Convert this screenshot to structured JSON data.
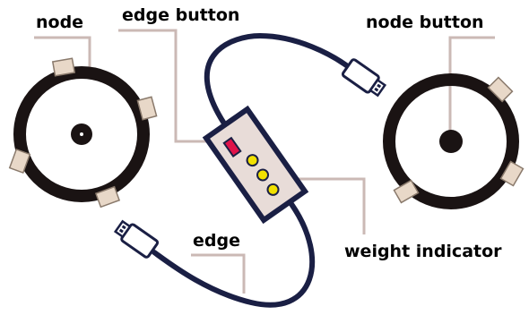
{
  "labels": {
    "node": "node",
    "edge_button": "edge button",
    "node_button": "node button",
    "edge": "edge",
    "weight_indicator": "weight indicator"
  },
  "colors": {
    "ring": "#1a1313",
    "ring_inner": "#ffffff",
    "tab": "#e8d8c8",
    "tab_stroke": "#8a7a6c",
    "cable": "#1a1f44",
    "box_fill": "#e8dcd8",
    "box_stroke": "#1a1f44",
    "button": "#e0134a",
    "led": "#f1e000",
    "leader": "#cbb9b5",
    "plug_fill": "#ffffff",
    "plug_stroke": "#1a1f44"
  },
  "weight_indicator": {
    "led_count": 3
  }
}
